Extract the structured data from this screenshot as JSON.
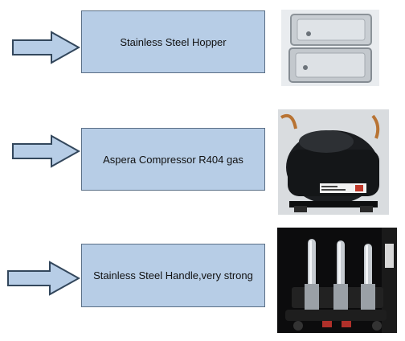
{
  "items": [
    {
      "label": "Stainless Steel Hopper",
      "photo": "stainless-steel-hoppers-photo"
    },
    {
      "label": "Aspera Compressor R404 gas",
      "photo": "black-compressor-photo"
    },
    {
      "label": "Stainless Steel Handle,very strong",
      "photo": "dispensing-handles-photo"
    }
  ],
  "colors": {
    "box_fill": "#b7cde6",
    "box_border": "#5a6f86",
    "arrow_fill": "#b7cde6",
    "arrow_stroke": "#33475c"
  }
}
